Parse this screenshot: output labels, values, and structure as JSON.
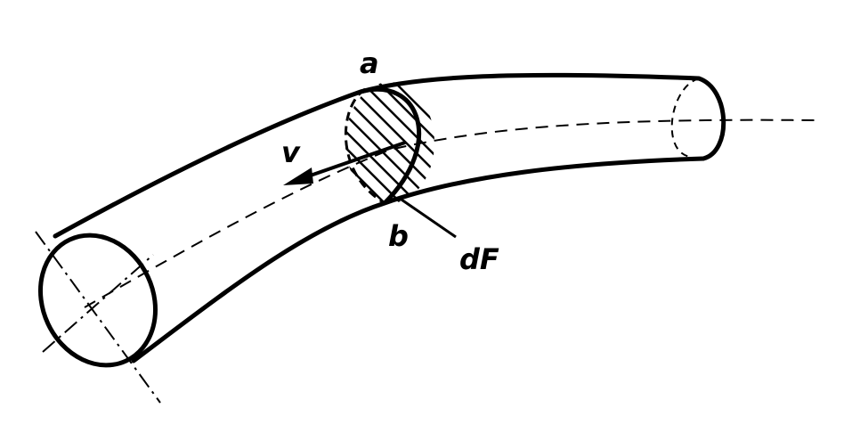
{
  "labels": {
    "top_point": "a",
    "bottom_point": "b",
    "velocity": "v",
    "area_element": "dF"
  },
  "colors": {
    "ink": "#000000",
    "paper": "#ffffff"
  }
}
